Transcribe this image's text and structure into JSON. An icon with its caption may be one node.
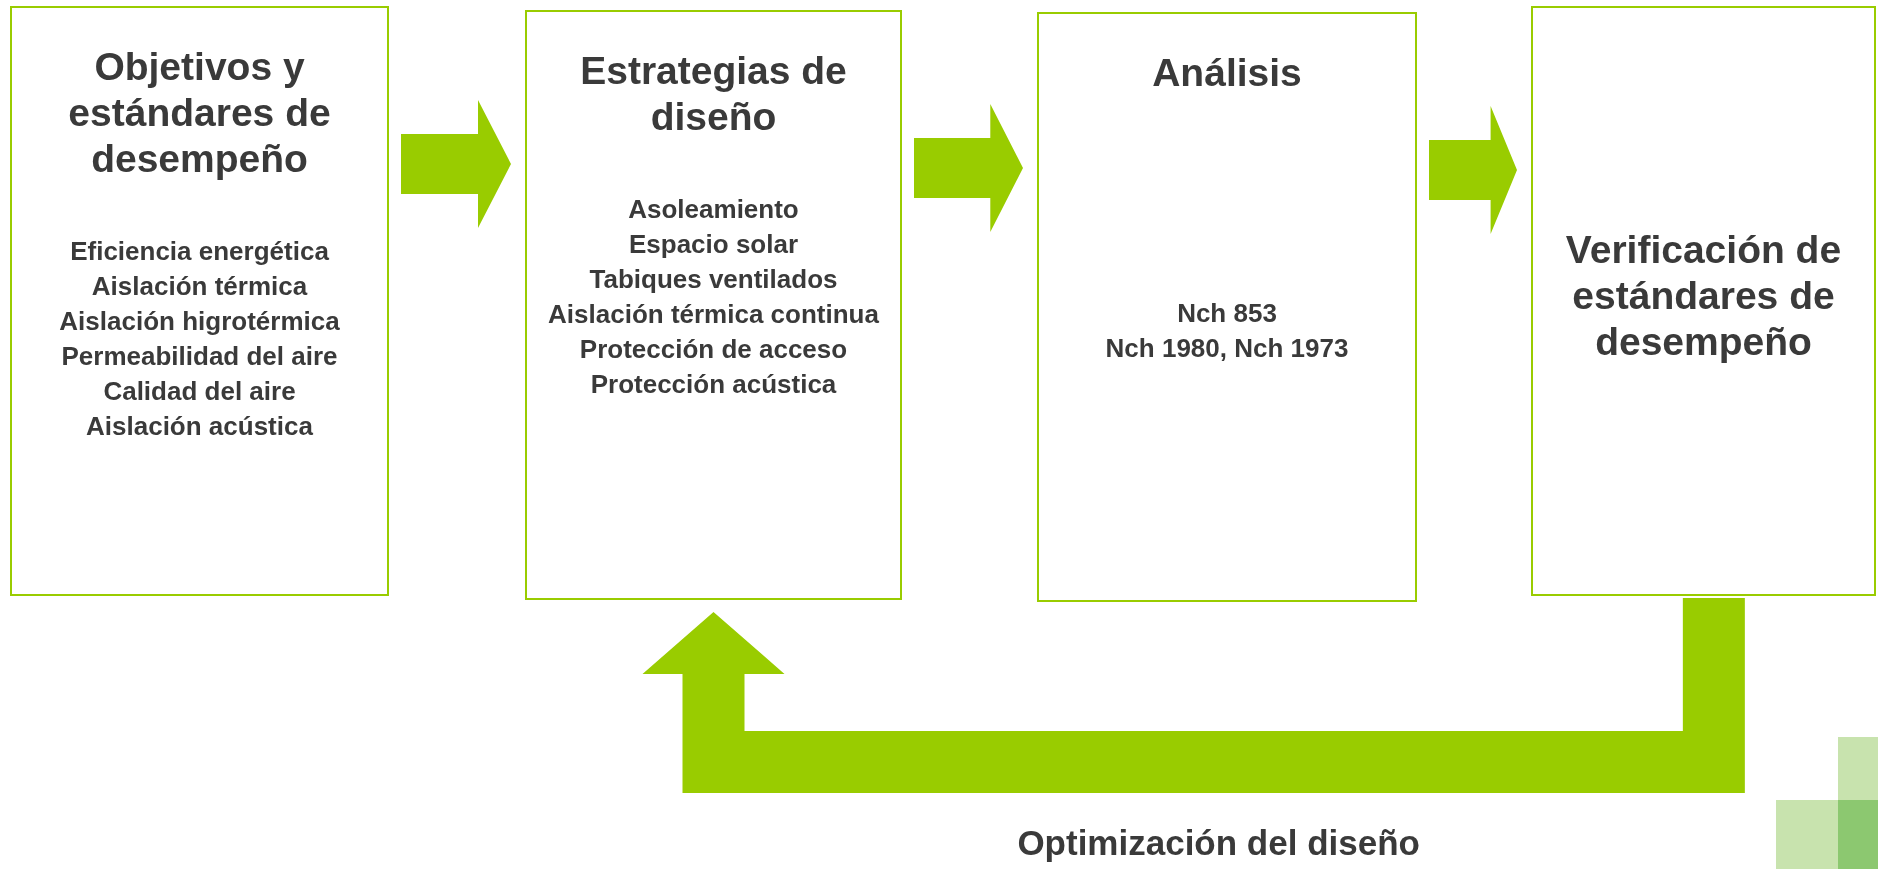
{
  "diagram": {
    "nodes": [
      {
        "text": [
          "Objetivos y estándares de desempeño",
          "Eficiencia energética",
          "Aislación térmica",
          "Aislación higrotérmica",
          "Permeabilidad del aire",
          "Calidad del aire",
          "Aislación acústica"
        ]
      },
      {
        "text": [
          "Estrategias de diseño",
          "Asoleamiento",
          "Espacio solar",
          "Tabiques ventilados",
          "Aislación térmica continua",
          "Protección de acceso",
          "Protección acústica"
        ]
      },
      {
        "text": [
          "Análisis",
          "Nch 853",
          "Nch 1980, Nch 1973"
        ]
      },
      {
        "text": [
          "Verificación de estándares de desempeño"
        ]
      }
    ],
    "edges": [
      {
        "from": 0,
        "to": 1,
        "arrow": "to"
      },
      {
        "from": 1,
        "to": 2,
        "arrow": "to"
      },
      {
        "from": 2,
        "to": 3,
        "arrow": "to"
      },
      {
        "from": 3,
        "to": 1,
        "arrow": "to",
        "label": "Optimización del diseño"
      }
    ]
  }
}
